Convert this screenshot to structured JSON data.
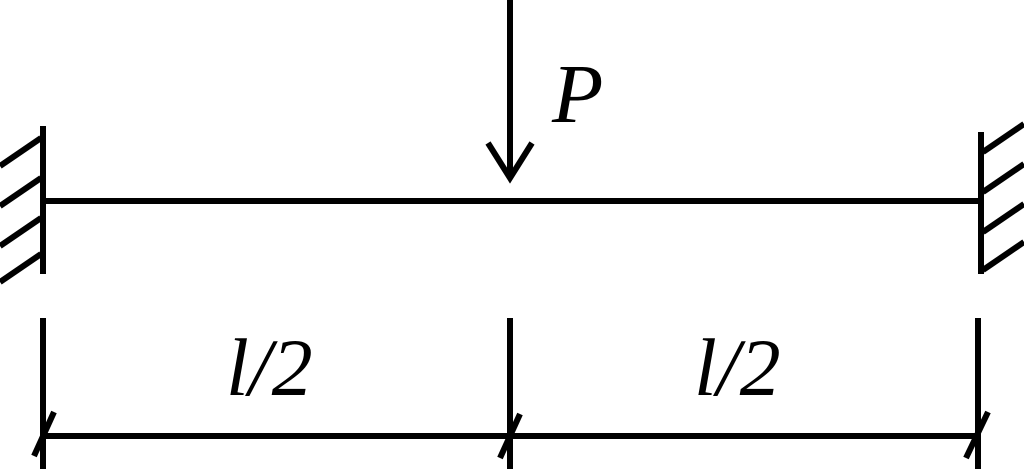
{
  "diagram": {
    "load_label": "P",
    "left_span_label": "l/2",
    "right_span_label": "l/2",
    "colors": {
      "stroke": "#000000",
      "background": "#ffffff"
    }
  }
}
